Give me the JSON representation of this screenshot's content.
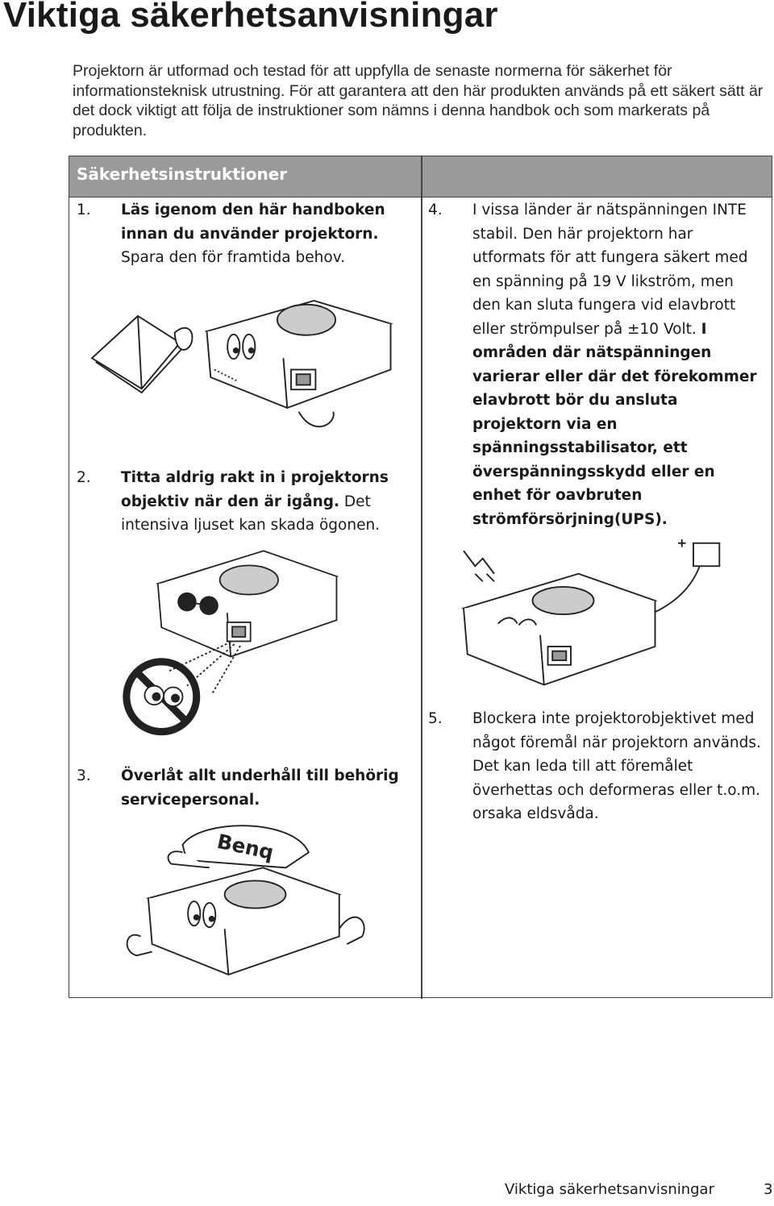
{
  "page": {
    "title": "Viktiga säkerhetsanvisningar",
    "intro": "Projektorn är utformad och testad för att uppfylla de senaste normerna för säkerhet för informationsteknisk utrustning. För att garantera att den här produkten används på ett säkert sätt är det dock viktigt att följa de instruktioner som nämns i denna handbok och som markerats på produkten."
  },
  "box": {
    "header": "Säkerhetsinstruktioner",
    "items": [
      {
        "number": "1.",
        "bold": "Läs igenom den här handboken innan du använder projektorn.",
        "normal": " Spara den för framtida behov."
      },
      {
        "number": "2.",
        "bold": "Titta aldrig rakt in i projektorns objektiv när den är igång.",
        "normal": " Det intensiva ljuset kan skada ögonen."
      },
      {
        "number": "3.",
        "bold": "Överlåt allt underhåll till behörig servicepersonal.",
        "normal": ""
      },
      {
        "number": "4.",
        "normal": "I vissa länder är nätspänningen INTE stabil. Den här projektorn har utformats för att fungera säkert med en spänning på 19 V likström, men den kan sluta fungera vid elavbrott eller strömpulser på ±10 Volt. ",
        "bold": "I områden där nätspänningen varierar eller där det förekommer elavbrott bör du ansluta projektorn via en spänningsstabilisator, ett överspänningsskydd eller en enhet för oavbruten strömförsörjning(UPS)."
      },
      {
        "number": "5.",
        "normal": "Blockera inte projektorobjektivet med något föremål när projektorn används. Det kan leda till att föremålet överhettas och deformeras eller t.o.m. orsaka eldsvåda.",
        "bold": ""
      }
    ],
    "cap_text": "Benq"
  },
  "footer": {
    "label": "Viktiga säkerhetsanvisningar",
    "page_number": "3"
  }
}
